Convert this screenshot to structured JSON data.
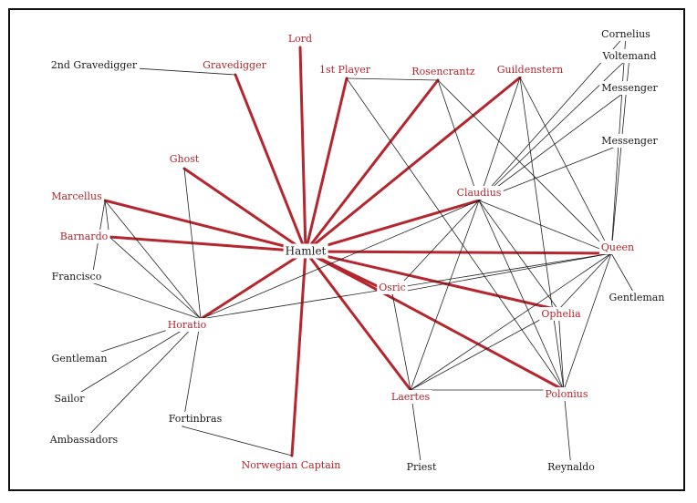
{
  "colors": {
    "hamlet_link": "#b5262e",
    "red_label": "#b5262e",
    "black_label": "#1a1a1a",
    "thin_link": "#222222",
    "border": "#111111"
  },
  "nodes": [
    {
      "id": "hamlet",
      "label": "Hamlet",
      "group": "center"
    },
    {
      "id": "lord",
      "label": "Lord",
      "group": "red"
    },
    {
      "id": "gravedigger",
      "label": "Gravedigger",
      "group": "red"
    },
    {
      "id": "second_gravedigger",
      "label": "2nd Gravedigger",
      "group": "black"
    },
    {
      "id": "first_player",
      "label": "1st Player",
      "group": "red"
    },
    {
      "id": "rosencrantz",
      "label": "Rosencrantz",
      "group": "red"
    },
    {
      "id": "guildenstern",
      "label": "Guildenstern",
      "group": "red"
    },
    {
      "id": "cornelius",
      "label": "Cornelius",
      "group": "black"
    },
    {
      "id": "voltemand",
      "label": "Voltemand",
      "group": "black"
    },
    {
      "id": "messenger1",
      "label": "Messenger",
      "group": "black"
    },
    {
      "id": "messenger2",
      "label": "Messenger",
      "group": "black"
    },
    {
      "id": "ghost",
      "label": "Ghost",
      "group": "red"
    },
    {
      "id": "marcellus",
      "label": "Marcellus",
      "group": "red"
    },
    {
      "id": "barnardo",
      "label": "Barnardo",
      "group": "red"
    },
    {
      "id": "francisco",
      "label": "Francisco",
      "group": "black"
    },
    {
      "id": "claudius",
      "label": "Claudius",
      "group": "red"
    },
    {
      "id": "queen",
      "label": "Queen",
      "group": "red"
    },
    {
      "id": "gentleman_right",
      "label": "Gentleman",
      "group": "black"
    },
    {
      "id": "osric",
      "label": "Osric",
      "group": "red"
    },
    {
      "id": "ophelia",
      "label": "Ophelia",
      "group": "red"
    },
    {
      "id": "horatio",
      "label": "Horatio",
      "group": "red"
    },
    {
      "id": "gentleman_left",
      "label": "Gentleman",
      "group": "black"
    },
    {
      "id": "sailor",
      "label": "Sailor",
      "group": "black"
    },
    {
      "id": "ambassadors",
      "label": "Ambassadors",
      "group": "black"
    },
    {
      "id": "fortinbras",
      "label": "Fortinbras",
      "group": "black"
    },
    {
      "id": "laertes",
      "label": "Laertes",
      "group": "red"
    },
    {
      "id": "polonius",
      "label": "Polonius",
      "group": "red"
    },
    {
      "id": "norwegian_captain",
      "label": "Norwegian Captain",
      "group": "red"
    },
    {
      "id": "priest",
      "label": "Priest",
      "group": "black"
    },
    {
      "id": "reynaldo",
      "label": "Reynaldo",
      "group": "black"
    }
  ],
  "edges": [
    [
      "hamlet",
      "lord",
      1
    ],
    [
      "hamlet",
      "gravedigger",
      1
    ],
    [
      "hamlet",
      "first_player",
      1
    ],
    [
      "hamlet",
      "rosencrantz",
      1
    ],
    [
      "hamlet",
      "guildenstern",
      1
    ],
    [
      "hamlet",
      "ghost",
      1
    ],
    [
      "hamlet",
      "marcellus",
      1
    ],
    [
      "hamlet",
      "barnardo",
      1
    ],
    [
      "hamlet",
      "claudius",
      1
    ],
    [
      "hamlet",
      "queen",
      1
    ],
    [
      "hamlet",
      "osric",
      1
    ],
    [
      "hamlet",
      "ophelia",
      1
    ],
    [
      "hamlet",
      "horatio",
      1
    ],
    [
      "hamlet",
      "laertes",
      1
    ],
    [
      "hamlet",
      "polonius",
      1
    ],
    [
      "hamlet",
      "norwegian_captain",
      1
    ],
    [
      "gravedigger",
      "second_gravedigger",
      0
    ],
    [
      "first_player",
      "rosencrantz",
      0
    ],
    [
      "first_player",
      "polonius",
      0
    ],
    [
      "rosencrantz",
      "claudius",
      0
    ],
    [
      "rosencrantz",
      "queen",
      0
    ],
    [
      "guildenstern",
      "claudius",
      0
    ],
    [
      "guildenstern",
      "queen",
      0
    ],
    [
      "guildenstern",
      "polonius",
      0
    ],
    [
      "cornelius",
      "claudius",
      0
    ],
    [
      "cornelius",
      "queen",
      0
    ],
    [
      "voltemand",
      "claudius",
      0
    ],
    [
      "voltemand",
      "queen",
      0
    ],
    [
      "messenger1",
      "claudius",
      0
    ],
    [
      "messenger2",
      "claudius",
      0
    ],
    [
      "claudius",
      "queen",
      0
    ],
    [
      "claudius",
      "osric",
      0
    ],
    [
      "claudius",
      "laertes",
      0
    ],
    [
      "claudius",
      "polonius",
      0
    ],
    [
      "claudius",
      "ophelia",
      0
    ],
    [
      "claudius",
      "horatio",
      0
    ],
    [
      "queen",
      "horatio",
      0
    ],
    [
      "queen",
      "gentleman_right",
      0
    ],
    [
      "queen",
      "laertes",
      0
    ],
    [
      "queen",
      "polonius",
      0
    ],
    [
      "queen",
      "ophelia",
      0
    ],
    [
      "queen",
      "osric",
      0
    ],
    [
      "osric",
      "laertes",
      0
    ],
    [
      "ophelia",
      "laertes",
      0
    ],
    [
      "ophelia",
      "polonius",
      0
    ],
    [
      "laertes",
      "polonius",
      0
    ],
    [
      "laertes",
      "priest",
      0
    ],
    [
      "polonius",
      "reynaldo",
      0
    ],
    [
      "ghost",
      "horatio",
      0
    ],
    [
      "marcellus",
      "barnardo",
      0
    ],
    [
      "marcellus",
      "francisco",
      0
    ],
    [
      "marcellus",
      "horatio",
      0
    ],
    [
      "barnardo",
      "horatio",
      0
    ],
    [
      "francisco",
      "horatio",
      0
    ],
    [
      "horatio",
      "gentleman_left",
      0
    ],
    [
      "horatio",
      "sailor",
      0
    ],
    [
      "horatio",
      "ambassadors",
      0
    ],
    [
      "horatio",
      "fortinbras",
      0
    ],
    [
      "fortinbras",
      "norwegian_captain",
      0
    ]
  ]
}
